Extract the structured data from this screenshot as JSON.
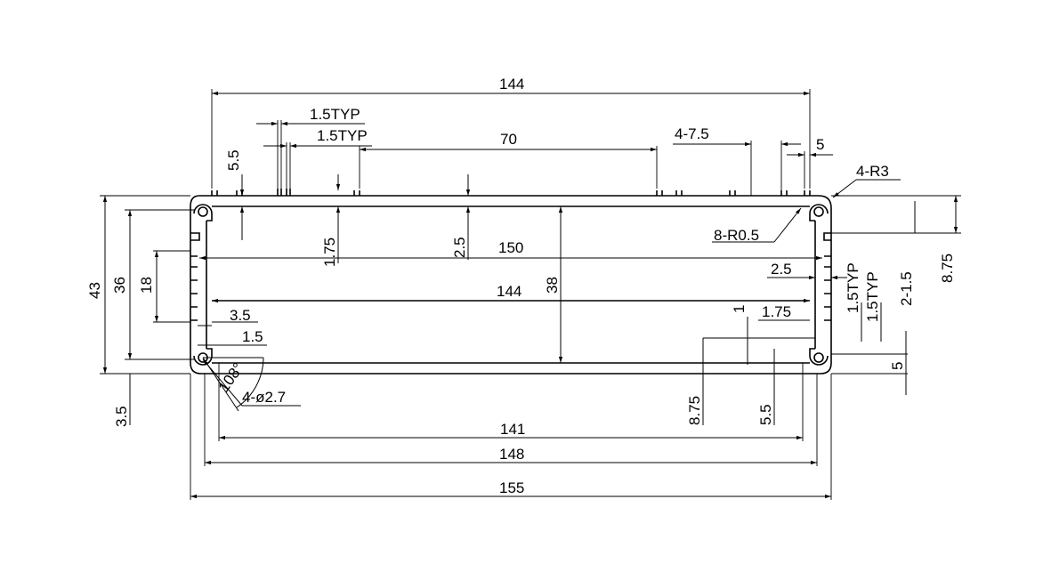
{
  "labels": {
    "top_144": "144",
    "typ_a": "1.5TYP",
    "typ_b": "1.5TYP",
    "slot_70": "70",
    "fin_4_7_5": "4-7.5",
    "w_5": "5",
    "r3": "4-R3",
    "h_5_5": "5.5",
    "h_1_75": "1.75",
    "h_2_5": "2.5",
    "w_150": "150",
    "r0_5": "8-R0.5",
    "right_2_5": "2.5",
    "inner_144": "144",
    "h_38": "38",
    "h_43": "43",
    "h_36": "36",
    "h_18": "18",
    "left_3_5": "3.5",
    "left_1_5": "1.5",
    "deg_108": "108°",
    "hole": "4-ø2.7",
    "bottom_3_5": "3.5",
    "right_1_15typ_a": "1.5TYP",
    "right_1_15typ_b": "1.5TYP",
    "right_2_1_5": "2-1.5",
    "right_8_75": "8.75",
    "v_1": "1",
    "h_1_75_r": "1.75",
    "v_5": "5",
    "v_8_75": "8.75",
    "v_5_5": "5.5",
    "w_141": "141",
    "w_148": "148",
    "w_155": "155"
  }
}
